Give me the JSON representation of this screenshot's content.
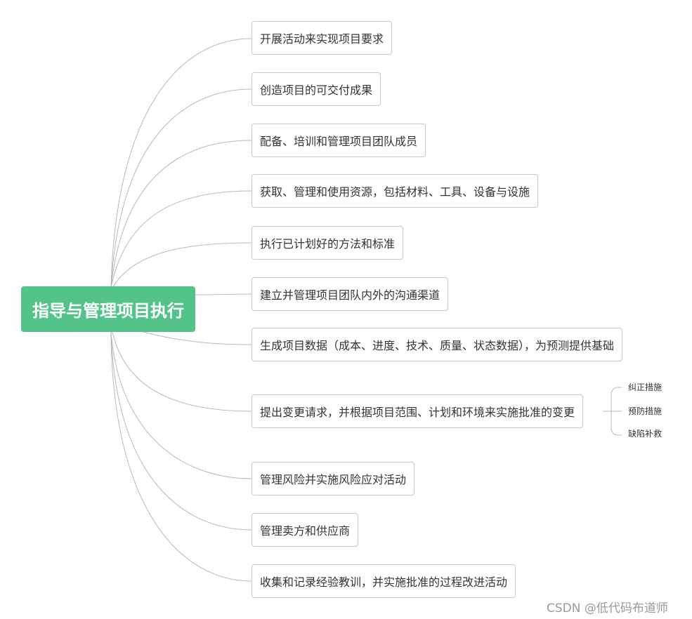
{
  "root": {
    "label": "指导与管理项目执行"
  },
  "branches": [
    {
      "label": "开展活动来实现项目要求"
    },
    {
      "label": "创造项目的可交付成果"
    },
    {
      "label": "配备、培训和管理项目团队成员"
    },
    {
      "label": "获取、管理和使用资源，包括材料、工具、设备与设施"
    },
    {
      "label": "执行已计划好的方法和标准"
    },
    {
      "label": "建立并管理项目团队内外的沟通渠道"
    },
    {
      "label": "生成项目数据（成本、进度、技术、质量、状态数据），为预测提供基础"
    },
    {
      "label": "提出变更请求，并根据项目范围、计划和环境来实施批准的变更"
    },
    {
      "label": "管理风险并实施风险应对活动"
    },
    {
      "label": "管理卖方和供应商"
    },
    {
      "label": "收集和记录经验教训，并实施批准的过程改进活动"
    }
  ],
  "sub_branches": [
    {
      "label": "纠正措施"
    },
    {
      "label": "预防措施"
    },
    {
      "label": "缺陷补救"
    }
  ],
  "watermark": "CSDN @低代码布道师",
  "colors": {
    "root_fill": "#52c48a",
    "connector": "#b8b8b8",
    "node_border": "#c8c8c8"
  }
}
